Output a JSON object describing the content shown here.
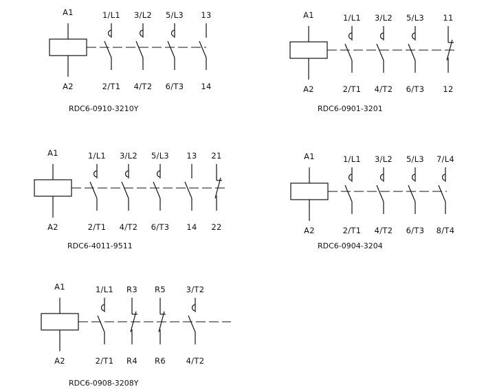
{
  "diagrams": [
    {
      "caption": "RDC6-0910-3210Y",
      "coil": {
        "top": "A1",
        "bottom": "A2"
      },
      "contacts": [
        {
          "type": "main",
          "top": "1/L1",
          "bottom": "2/T1"
        },
        {
          "type": "main",
          "top": "3/L2",
          "bottom": "4/T2"
        },
        {
          "type": "main",
          "top": "5/L3",
          "bottom": "6/T3"
        },
        {
          "type": "no",
          "top": "13",
          "bottom": "14"
        }
      ]
    },
    {
      "caption": "RDC6-0901-3201",
      "coil": {
        "top": "A1",
        "bottom": "A2"
      },
      "contacts": [
        {
          "type": "main",
          "top": "1/L1",
          "bottom": "2/T1"
        },
        {
          "type": "main",
          "top": "3/L2",
          "bottom": "4/T2"
        },
        {
          "type": "main",
          "top": "5/L3",
          "bottom": "6/T3"
        },
        {
          "type": "nc",
          "top": "11",
          "bottom": "12"
        }
      ]
    },
    {
      "caption": "RDC6-4011-9511",
      "coil": {
        "top": "A1",
        "bottom": "A2"
      },
      "contacts": [
        {
          "type": "main",
          "top": "1/L1",
          "bottom": "2/T1"
        },
        {
          "type": "main",
          "top": "3/L2",
          "bottom": "4/T2"
        },
        {
          "type": "main",
          "top": "5/L3",
          "bottom": "6/T3"
        },
        {
          "type": "no",
          "top": "13",
          "bottom": "14"
        },
        {
          "type": "nc",
          "top": "21",
          "bottom": "22"
        }
      ]
    },
    {
      "caption": "RDC6-0904-3204",
      "coil": {
        "top": "A1",
        "bottom": "A2"
      },
      "contacts": [
        {
          "type": "main",
          "top": "1/L1",
          "bottom": "2/T1"
        },
        {
          "type": "main",
          "top": "3/L2",
          "bottom": "4/T2"
        },
        {
          "type": "main",
          "top": "5/L3",
          "bottom": "6/T3"
        },
        {
          "type": "main",
          "top": "7/L4",
          "bottom": "8/T4"
        }
      ]
    },
    {
      "caption": "RDC6-0908-3208Y",
      "coil": {
        "top": "A1",
        "bottom": "A2"
      },
      "contacts": [
        {
          "type": "main",
          "top": "1/L1",
          "bottom": "2/T1"
        },
        {
          "type": "nc",
          "top": "R3",
          "bottom": "R4"
        },
        {
          "type": "nc",
          "top": "R5",
          "bottom": "R6"
        },
        {
          "type": "main",
          "top": "3/T2",
          "bottom": "4/T2"
        }
      ]
    }
  ]
}
